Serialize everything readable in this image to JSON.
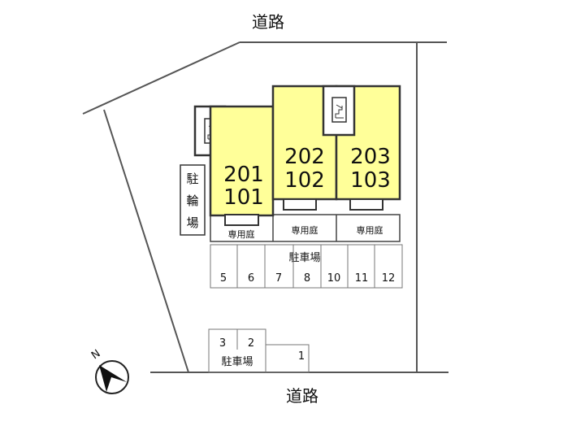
{
  "roads": {
    "top": "道路",
    "bottom": "道路"
  },
  "units": [
    {
      "upper": "201",
      "lower": "101",
      "garden": "専用庭"
    },
    {
      "upper": "202",
      "lower": "102",
      "garden": "専用庭"
    },
    {
      "upper": "203",
      "lower": "103",
      "garden": "専用庭"
    }
  ],
  "bike_parking": {
    "chars": [
      "駐",
      "輪",
      "場"
    ]
  },
  "parking_main": {
    "label": "駐車場",
    "spaces": [
      "5",
      "6",
      "7",
      "8",
      "10",
      "11",
      "12"
    ]
  },
  "parking_small": {
    "label": "駐車場",
    "spaces": [
      "3",
      "2",
      "1"
    ]
  },
  "compass": {
    "label": "N"
  },
  "colors": {
    "building": "#ffff99",
    "outline": "#333333",
    "line": "#555555"
  }
}
